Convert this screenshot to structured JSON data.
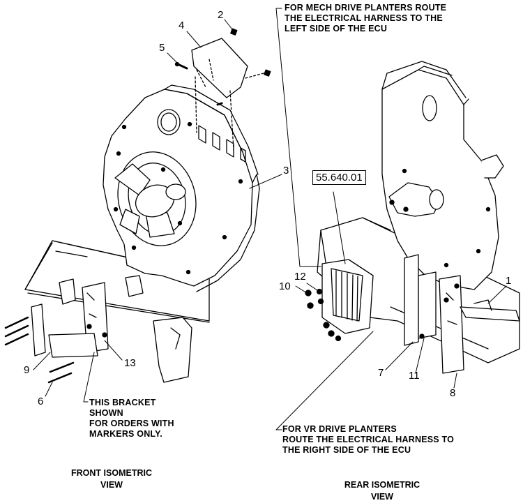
{
  "notes": {
    "mech_drive": [
      "FOR MECH DRIVE PLANTERS ROUTE",
      "THE ELECTRICAL HARNESS TO THE",
      "LEFT SIDE OF THE ECU"
    ],
    "vr_drive": [
      "FOR VR DRIVE PLANTERS",
      "ROUTE THE ELECTRICAL HARNESS TO",
      "THE RIGHT SIDE OF THE ECU"
    ],
    "bracket": [
      "THIS BRACKET",
      "SHOWN",
      "FOR ORDERS WITH",
      "MARKERS ONLY."
    ]
  },
  "views": {
    "front": [
      "FRONT ISOMETRIC",
      "VIEW"
    ],
    "rear": [
      "REAR ISOMETRIC",
      "VIEW"
    ]
  },
  "reference": "55.640.01",
  "callouts": {
    "c1": "1",
    "c2": "2",
    "c3": "3",
    "c4": "4",
    "c5": "5",
    "c6": "6",
    "c7": "7",
    "c8": "8",
    "c9": "9",
    "c10": "10",
    "c11": "11",
    "c12": "12",
    "c13": "13"
  }
}
